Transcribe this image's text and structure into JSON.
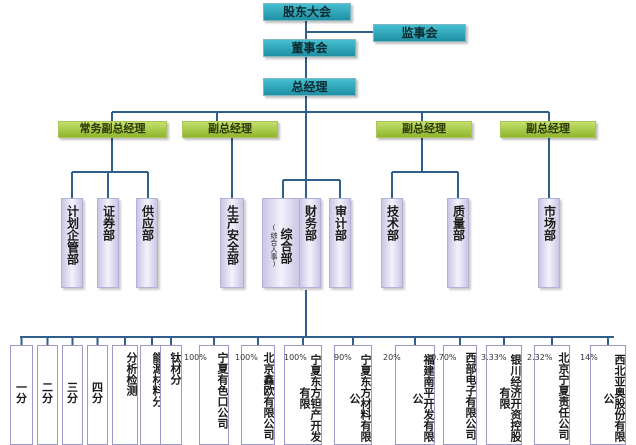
{
  "top": {
    "shareholders": "股东大会",
    "supervisory": "监事会",
    "board": "董事会",
    "gm": "总经理"
  },
  "vps": [
    "常务副总经理",
    "副总经理",
    "副总经理",
    "副总经理"
  ],
  "departments": [
    "计划企管部",
    "证券部",
    "供应部",
    "生产安全部",
    "(综合人事)",
    "综合部",
    "财务部",
    "审计部",
    "技术部",
    "质量部",
    "市场部"
  ],
  "units": [
    {
      "label": "一分",
      "pct": ""
    },
    {
      "label": "二分",
      "pct": ""
    },
    {
      "label": "三分",
      "pct": ""
    },
    {
      "label": "四分",
      "pct": ""
    },
    {
      "label": "分析检测",
      "pct": ""
    },
    {
      "label": "能源材料分",
      "pct": ""
    },
    {
      "label": "钛材分",
      "pct": ""
    },
    {
      "label": "宁夏有色口公司",
      "pct": "100%"
    },
    {
      "label": "北京鑫欧有限公司",
      "pct": "100%"
    },
    {
      "label": "宁夏东方钽产开发有限",
      "pct": "100%"
    },
    {
      "label": "宁夏东方材料有限公",
      "pct": "90%"
    },
    {
      "label": "福建南平开发有限公",
      "pct": "20%"
    },
    {
      "label": "西部电子有限公司",
      "pct": "10.70%"
    },
    {
      "label": "银川经济开资控股有限",
      "pct": "3.33%"
    },
    {
      "label": "北京宁夏责任公司",
      "pct": "2.32%"
    },
    {
      "label": "西北亚奥股份有限公",
      "pct": "14%"
    }
  ]
}
